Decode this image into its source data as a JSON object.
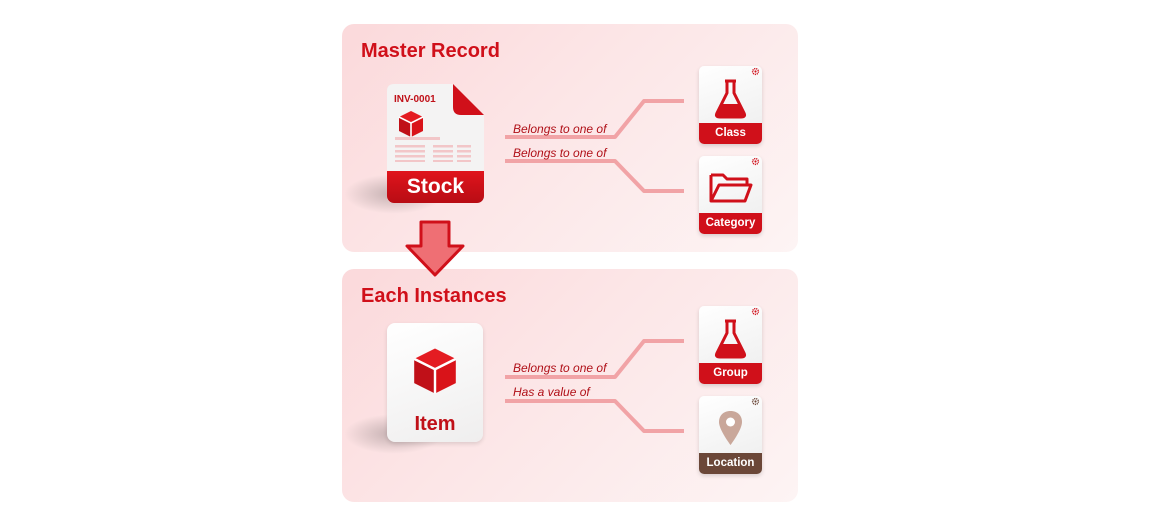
{
  "master": {
    "title": "Master Record",
    "document": {
      "id": "INV-0001",
      "label": "Stock"
    },
    "relations": [
      {
        "label": "Belongs to one of",
        "target": "Class",
        "icon": "flask-icon",
        "color": "#d0101a"
      },
      {
        "label": "Belongs to one of",
        "target": "Category",
        "icon": "folder-icon",
        "color": "#d0101a"
      }
    ]
  },
  "instances": {
    "title": "Each Instances",
    "entity": {
      "label": "Item",
      "icon": "cube-icon"
    },
    "relations": [
      {
        "label": "Belongs to one of",
        "target": "Group",
        "icon": "flask-icon",
        "color": "#d0101a"
      },
      {
        "label": "Has a value of",
        "target": "Location",
        "icon": "map-pin-icon",
        "color": "#6b4738"
      }
    ]
  },
  "colors": {
    "accent": "#d0101a",
    "connector": "#f1a3a6",
    "location_brown": "#6b4738",
    "panel_bg": "#fce4e5"
  }
}
